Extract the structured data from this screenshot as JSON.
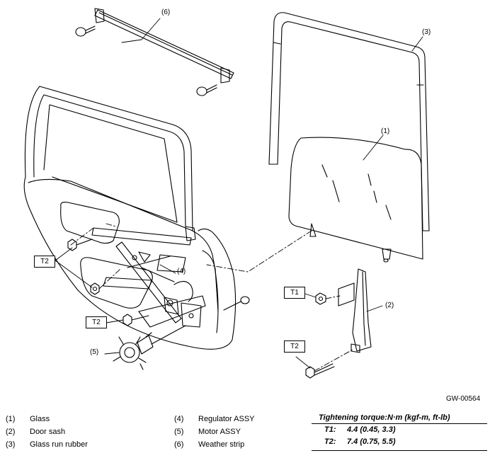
{
  "callouts": {
    "c1": "(1)",
    "c2": "(2)",
    "c3": "(3)",
    "c4": "(4)",
    "c5": "(5)",
    "c6": "(6)",
    "t2_left": "T2",
    "t2_mid": "T2",
    "t1_right": "T1",
    "t2_right": "T2"
  },
  "figure_id": "GW-00564",
  "legend": [
    {
      "num": "(1)",
      "text": "Glass"
    },
    {
      "num": "(2)",
      "text": "Door sash"
    },
    {
      "num": "(3)",
      "text": "Glass run rubber"
    },
    {
      "num": "(4)",
      "text": "Regulator ASSY"
    },
    {
      "num": "(5)",
      "text": "Motor ASSY"
    },
    {
      "num": "(6)",
      "text": "Weather strip"
    }
  ],
  "torque": {
    "title": "Tightening torque:N·m (kgf-m, ft-lb)",
    "rows": [
      {
        "key": "T1:",
        "value": "4.4 (0.45, 3.3)"
      },
      {
        "key": "T2:",
        "value": "7.4 (0.75, 5.5)"
      }
    ]
  }
}
